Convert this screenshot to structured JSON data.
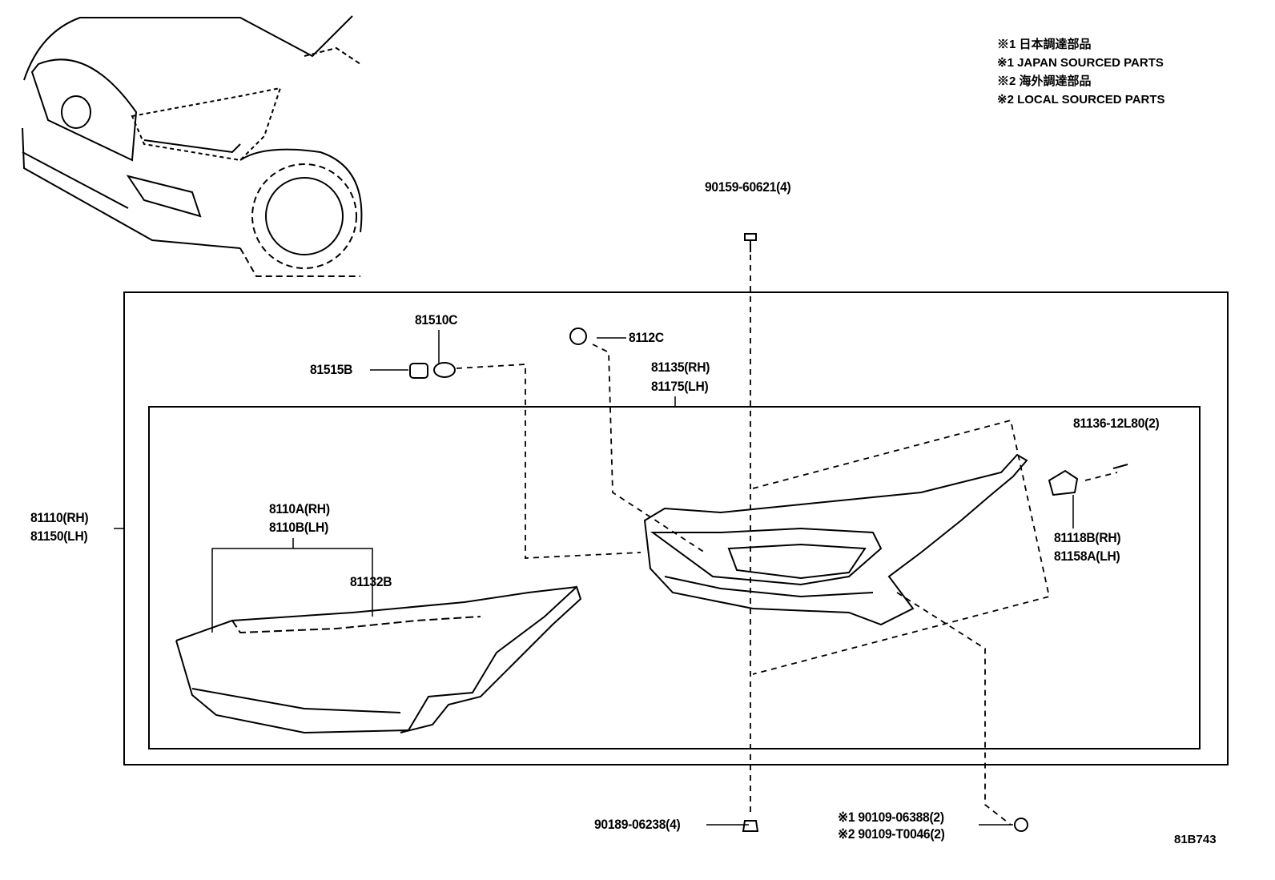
{
  "legend": [
    "※1 日本調達部品",
    "※1 JAPAN SOURCED PARTS",
    "※2 海外調達部品",
    "※2 LOCAL SOURCED PARTS"
  ],
  "parts": {
    "screw_top": "90159-60621(4)",
    "bulb": "81510C",
    "cap": "8112C",
    "socket": "81515B",
    "unit_rh": "81135(RH)",
    "unit_lh": "81175(LH)",
    "bracket_screw": "81136-12L80(2)",
    "assy_rh": "81110(RH)",
    "assy_lh": "81150(LH)",
    "lens_rh": "8110A(RH)",
    "lens_lh": "8110B(LH)",
    "gasket": "81132B",
    "bracket_rh": "81118B(RH)",
    "bracket_lh": "81158A(LH)",
    "bolt_bottom": "90189-06238(4)",
    "nut_jp": "※1 90109-06388(2)",
    "nut_local": "※2 90109-T0046(2)"
  },
  "diagram_code": "81B743"
}
